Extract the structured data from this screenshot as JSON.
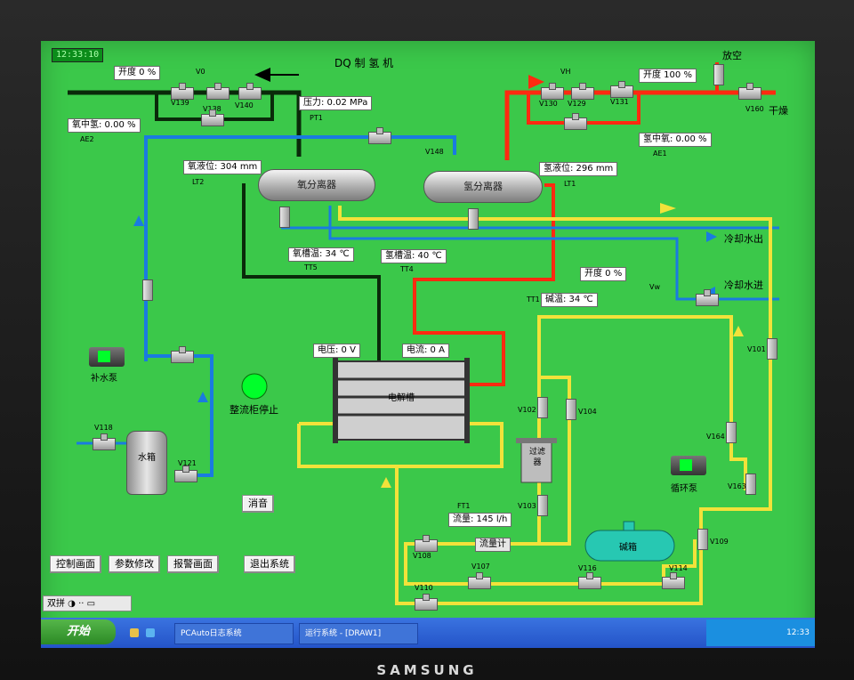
{
  "clock": "12:33:10",
  "title": "DQ 制 氢 机",
  "labels": {
    "v0_opening": "开度 0 %",
    "vh_opening": "开度 100 %",
    "pressure": "压力: 0.02 MPa",
    "h2_in_o2": "氧中氢: 0.00 %",
    "o2_in_h2": "氢中氧: 0.00 %",
    "o2_level": "氧液位: 304 mm",
    "h2_level": "氢液位: 296 mm",
    "o2_tank_temp": "氧槽温: 34 ℃",
    "h2_tank_temp": "氢槽温: 40 ℃",
    "cool_opening": "开度 0 %",
    "lye_temp": "碱温: 34 ℃",
    "voltage": "电压: 0 V",
    "current": "电流: 0 A",
    "flow": "流量: 145 l/h"
  },
  "tags": {
    "v0": "V0",
    "vh": "VH",
    "v139": "V139",
    "v138": "V138",
    "v140": "V140",
    "v130": "V130",
    "v129": "V129",
    "v131": "V131",
    "v160": "V160",
    "pt1": "PT1",
    "ae2": "AE2",
    "ae1": "AE1",
    "lt2": "LT2",
    "lt1": "LT1",
    "v148": "V148",
    "tt5": "TT5",
    "tt4": "TT4",
    "tt1": "TT1",
    "vw": "Vw",
    "v101": "V101",
    "v102": "V102",
    "v104": "V104",
    "v164": "V164",
    "v163": "V163",
    "v103": "V103",
    "v109": "V109",
    "v118": "V118",
    "v121": "V121",
    "ft1": "FT1",
    "v108": "V108",
    "v107": "V107",
    "v116": "V116",
    "v114": "V114",
    "v110": "V110"
  },
  "text": {
    "vent": "放空",
    "dryer": "干燥",
    "cool_out": "冷却水出",
    "cool_in": "冷却水进",
    "o2_separator": "氧分离器",
    "h2_separator": "氢分离器",
    "electrolyzer": "电解槽",
    "rectifier_stop": "整流柜停止",
    "makeup_pump": "补水泵",
    "water_tank": "水箱",
    "filter": "过滤器",
    "circ_pump": "循环泵",
    "lye_tank": "碱箱",
    "flowmeter": "流量计"
  },
  "buttons": {
    "mute": "消音",
    "control": "控制画面",
    "params": "参数修改",
    "alarm": "报警画面",
    "exit": "退出系统"
  },
  "ime": "双拼",
  "taskbar": {
    "start": "开始",
    "task1": "PCAuto日志系统",
    "task2": "运行系统 - [DRAW1]",
    "tray_time": "12:33"
  },
  "brand": "SAMSUNG",
  "colors": {
    "screen": "#3bc84a",
    "o2_line": "#0a2a0a",
    "h2_line": "#ff2a10",
    "water_line": "#1a7be0",
    "lye_line": "#f2e23a",
    "indicator": "#00ff2a"
  }
}
